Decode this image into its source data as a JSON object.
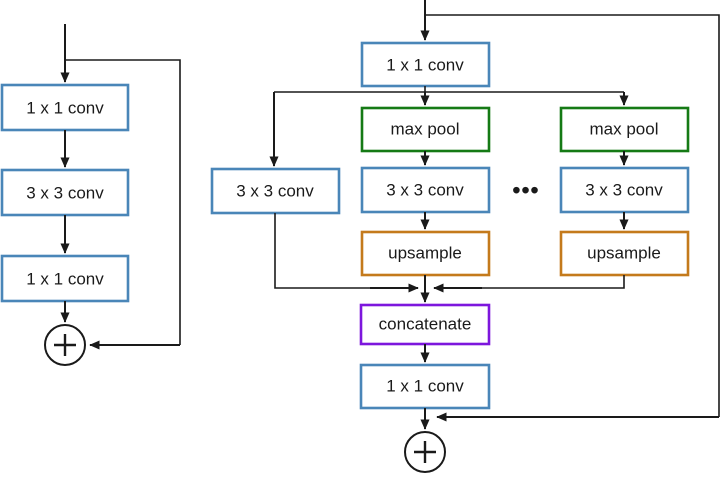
{
  "figure": {
    "background_color": "#ffffff",
    "line_color": "#1a1a1a",
    "text_color": "#1a1a1a"
  },
  "palette": {
    "blue": "#4a86b8",
    "green": "#157a15",
    "orange": "#c47a1c",
    "purple": "#7d16dd",
    "black": "#1a1a1a"
  },
  "left_block": {
    "name": "bottleneck-residual-block",
    "nodes": [
      {
        "id": "l-conv1",
        "label": "1 x 1 conv",
        "color_key": "blue"
      },
      {
        "id": "l-conv2",
        "label": "3 x 3 conv",
        "color_key": "blue"
      },
      {
        "id": "l-conv3",
        "label": "1 x 1 conv",
        "color_key": "blue"
      }
    ],
    "sum": {
      "id": "l-sum",
      "label": "+"
    }
  },
  "right_block": {
    "name": "multi-scale-pooling-block",
    "entry_node": {
      "id": "r-conv-in",
      "label": "1 x 1 conv",
      "color_key": "blue"
    },
    "branch_left": [
      {
        "id": "r-b0-conv",
        "label": "3 x 3 conv",
        "color_key": "blue"
      }
    ],
    "branch_mid": [
      {
        "id": "r-b1-pool",
        "label": "max pool",
        "color_key": "green"
      },
      {
        "id": "r-b1-conv",
        "label": "3 x 3 conv",
        "color_key": "blue"
      },
      {
        "id": "r-b1-up",
        "label": "upsample",
        "color_key": "orange"
      }
    ],
    "branch_right": [
      {
        "id": "r-bn-pool",
        "label": "max pool",
        "color_key": "green"
      },
      {
        "id": "r-bn-conv",
        "label": "3 x 3 conv",
        "color_key": "blue"
      },
      {
        "id": "r-bn-up",
        "label": "upsample",
        "color_key": "orange"
      }
    ],
    "ellipsis": "•••",
    "merge_node": {
      "id": "r-concat",
      "label": "concatenate",
      "color_key": "purple"
    },
    "exit_node": {
      "id": "r-conv-out",
      "label": "1 x 1 conv",
      "color_key": "blue"
    },
    "sum": {
      "id": "r-sum",
      "label": "+"
    }
  }
}
